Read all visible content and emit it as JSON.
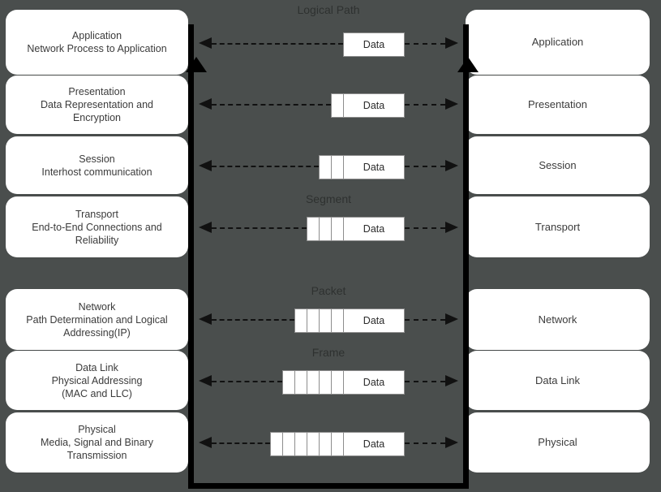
{
  "diagram": {
    "title": "Logical Path",
    "background_color": "#4a4e4d",
    "box_color": "#ffffff",
    "frame_color": "#000000"
  },
  "left_layers": [
    {
      "title": "Application",
      "sub": "Network Process to Application",
      "sub2": ""
    },
    {
      "title": "Presentation",
      "sub": "Data Representation and",
      "sub2": "Encryption"
    },
    {
      "title": "Session",
      "sub": "Interhost communication",
      "sub2": ""
    },
    {
      "title": "Transport",
      "sub": "End-to-End Connections and",
      "sub2": "Reliability"
    },
    {
      "title": "Network",
      "sub": "Path Determination and Logical",
      "sub2": "Addressing(IP)"
    },
    {
      "title": "Data Link",
      "sub": "Physical Addressing",
      "sub2": "(MAC and LLC)"
    },
    {
      "title": "Physical",
      "sub": "Media, Signal and Binary",
      "sub2": "Transmission"
    }
  ],
  "right_layers": [
    {
      "title": "Application"
    },
    {
      "title": "Presentation"
    },
    {
      "title": "Session"
    },
    {
      "title": "Transport"
    },
    {
      "title": "Network"
    },
    {
      "title": "Data Link"
    },
    {
      "title": "Physical"
    }
  ],
  "pdu_rows": [
    {
      "pdu_label": "",
      "headers": 0,
      "data_label": "Data"
    },
    {
      "pdu_label": "",
      "headers": 1,
      "data_label": "Data"
    },
    {
      "pdu_label": "",
      "headers": 2,
      "data_label": "Data"
    },
    {
      "pdu_label": "Segment",
      "headers": 3,
      "data_label": "Data"
    },
    {
      "pdu_label": "Packet",
      "headers": 4,
      "data_label": "Data"
    },
    {
      "pdu_label": "Frame",
      "headers": 5,
      "data_label": "Data"
    },
    {
      "pdu_label": "",
      "headers": 6,
      "data_label": "Data"
    }
  ]
}
